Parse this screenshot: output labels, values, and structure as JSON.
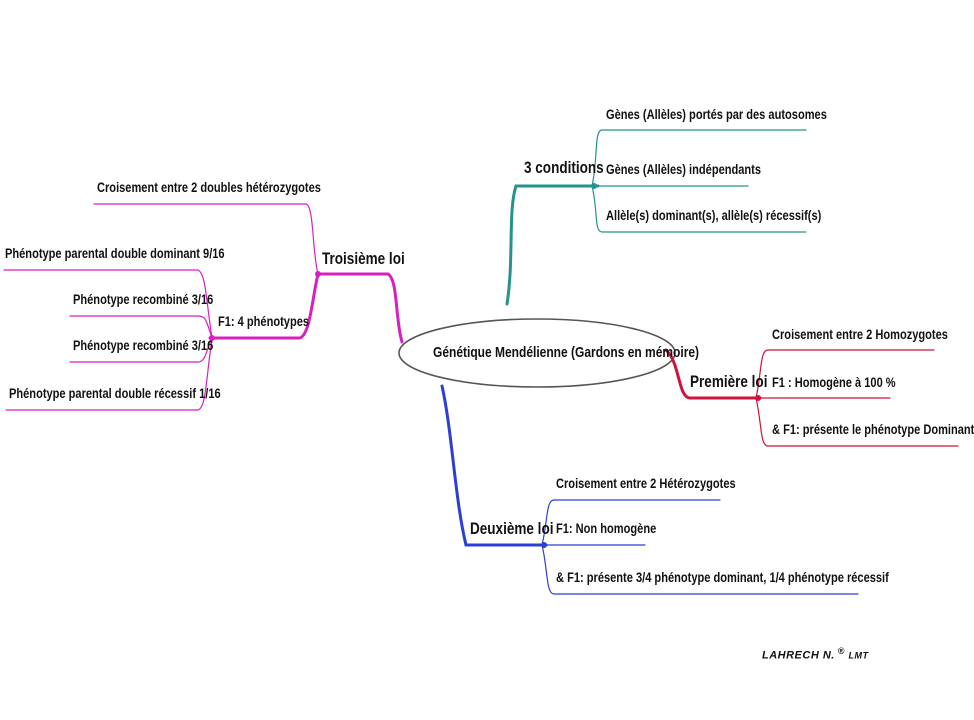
{
  "colors": {
    "teal": "#23938c",
    "magenta": "#d81fbf",
    "crimson": "#d0133c",
    "blue": "#2b3fd6",
    "center_border": "#555555"
  },
  "center": {
    "label": "Génétique Mendélienne (Gardons en mémoire)"
  },
  "branches": {
    "conditions": {
      "label": "3 conditions",
      "items": [
        "Gènes (Allèles) portés par des autosomes",
        "Gènes (Allèles) indépendants",
        "Allèle(s) dominant(s), allèle(s) récessif(s)"
      ]
    },
    "premiere_loi": {
      "label": "Première loi",
      "items": [
        "Croisement entre 2 Homozygotes",
        "F1 : Homogène à 100 %",
        "& F1: présente le phénotype Dominant"
      ]
    },
    "deuxieme_loi": {
      "label": "Deuxième loi",
      "items": [
        "Croisement entre 2 Hétérozygotes",
        "F1: Non homogène",
        "& F1: présente 3/4 phénotype dominant, 1/4 phénotype récessif"
      ]
    },
    "troisieme_loi": {
      "label": "Troisième loi",
      "items": [
        "Croisement entre 2 doubles hétérozygotes"
      ],
      "sub": {
        "label": "F1: 4 phénotypes",
        "items": [
          "Phénotype parental double dominant 9/16",
          "Phénotype recombiné 3/16",
          "Phénotype recombiné 3/16",
          "Phénotype parental double récessif 1/16"
        ]
      }
    }
  },
  "signature": {
    "name": "LAHRECH N.",
    "mark": "®",
    "org": "LMT"
  }
}
